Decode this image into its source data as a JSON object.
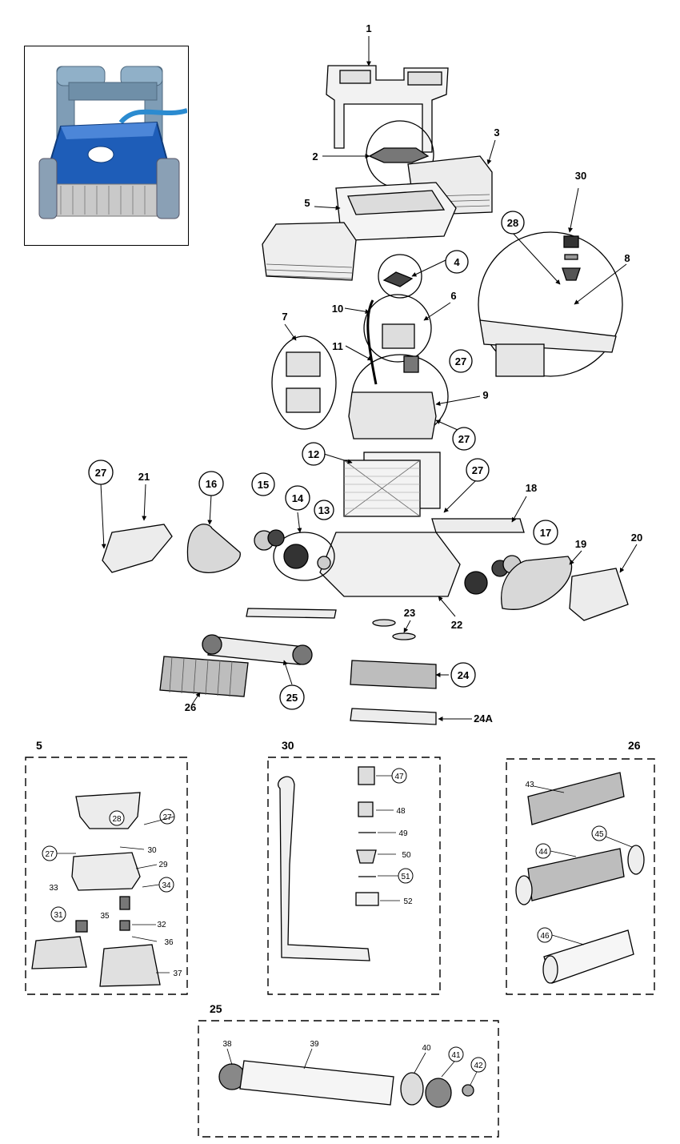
{
  "photo": {
    "caption": ""
  },
  "main_callouts": [
    {
      "id": "c1",
      "text": "1",
      "circled": false
    },
    {
      "id": "c2",
      "text": "2",
      "circled": false
    },
    {
      "id": "c3",
      "text": "3",
      "circled": false
    },
    {
      "id": "c5",
      "text": "5",
      "circled": false
    },
    {
      "id": "c4",
      "text": "4",
      "circled": true
    },
    {
      "id": "c6",
      "text": "6",
      "circled": false
    },
    {
      "id": "c7",
      "text": "7",
      "circled": false
    },
    {
      "id": "c8",
      "text": "8",
      "circled": false
    },
    {
      "id": "c9",
      "text": "9",
      "circled": false
    },
    {
      "id": "c10",
      "text": "10",
      "circled": false
    },
    {
      "id": "c11",
      "text": "11",
      "circled": false
    },
    {
      "id": "c12",
      "text": "12",
      "circled": true
    },
    {
      "id": "c13",
      "text": "13",
      "circled": true
    },
    {
      "id": "c14",
      "text": "14",
      "circled": true
    },
    {
      "id": "c15",
      "text": "15",
      "circled": true
    },
    {
      "id": "c16",
      "text": "16",
      "circled": true
    },
    {
      "id": "c17",
      "text": "17",
      "circled": true
    },
    {
      "id": "c18",
      "text": "18",
      "circled": false
    },
    {
      "id": "c19",
      "text": "19",
      "circled": false
    },
    {
      "id": "c20",
      "text": "20",
      "circled": false
    },
    {
      "id": "c21",
      "text": "21",
      "circled": false
    },
    {
      "id": "c22",
      "text": "22",
      "circled": false
    },
    {
      "id": "c23",
      "text": "23",
      "circled": false
    },
    {
      "id": "c24",
      "text": "24",
      "circled": true
    },
    {
      "id": "c24a",
      "text": "24A",
      "circled": false
    },
    {
      "id": "c25",
      "text": "25",
      "circled": true
    },
    {
      "id": "c26",
      "text": "26",
      "circled": false
    },
    {
      "id": "c27a",
      "text": "27",
      "circled": true
    },
    {
      "id": "c27b",
      "text": "27",
      "circled": true
    },
    {
      "id": "c27c",
      "text": "27",
      "circled": true
    },
    {
      "id": "c27d",
      "text": "27",
      "circled": true
    },
    {
      "id": "c28",
      "text": "28",
      "circled": true
    },
    {
      "id": "c30",
      "text": "30",
      "circled": false
    }
  ],
  "sections": {
    "s5": {
      "title": "5"
    },
    "s30": {
      "title": "30"
    },
    "s26": {
      "title": "26"
    },
    "s25": {
      "title": "25"
    }
  },
  "section5_callouts": [
    {
      "id": "d28",
      "text": "28",
      "circled": true
    },
    {
      "id": "d27a",
      "text": "27",
      "circled": true
    },
    {
      "id": "d27b",
      "text": "27",
      "circled": true
    },
    {
      "id": "d30",
      "text": "30",
      "circled": false
    },
    {
      "id": "d29",
      "text": "29",
      "circled": false
    },
    {
      "id": "d34",
      "text": "34",
      "circled": true
    },
    {
      "id": "d33",
      "text": "33",
      "circled": false
    },
    {
      "id": "d31",
      "text": "31",
      "circled": true
    },
    {
      "id": "d35",
      "text": "35",
      "circled": false
    },
    {
      "id": "d32",
      "text": "32",
      "circled": false
    },
    {
      "id": "d36",
      "text": "36",
      "circled": false
    },
    {
      "id": "d37",
      "text": "37",
      "circled": false
    }
  ],
  "section30_callouts": [
    {
      "id": "e47",
      "text": "47",
      "circled": true
    },
    {
      "id": "e48",
      "text": "48",
      "circled": false
    },
    {
      "id": "e49",
      "text": "49",
      "circled": false
    },
    {
      "id": "e50",
      "text": "50",
      "circled": false
    },
    {
      "id": "e51",
      "text": "51",
      "circled": true
    },
    {
      "id": "e52",
      "text": "52",
      "circled": false
    }
  ],
  "section26_callouts": [
    {
      "id": "f43",
      "text": "43",
      "circled": false
    },
    {
      "id": "f44",
      "text": "44",
      "circled": true
    },
    {
      "id": "f45",
      "text": "45",
      "circled": true
    },
    {
      "id": "f46",
      "text": "46",
      "circled": true
    }
  ],
  "section25_callouts": [
    {
      "id": "g38",
      "text": "38",
      "circled": false
    },
    {
      "id": "g39",
      "text": "39",
      "circled": false
    },
    {
      "id": "g40",
      "text": "40",
      "circled": false
    },
    {
      "id": "g41",
      "text": "41",
      "circled": true
    },
    {
      "id": "g42",
      "text": "42",
      "circled": true
    }
  ]
}
